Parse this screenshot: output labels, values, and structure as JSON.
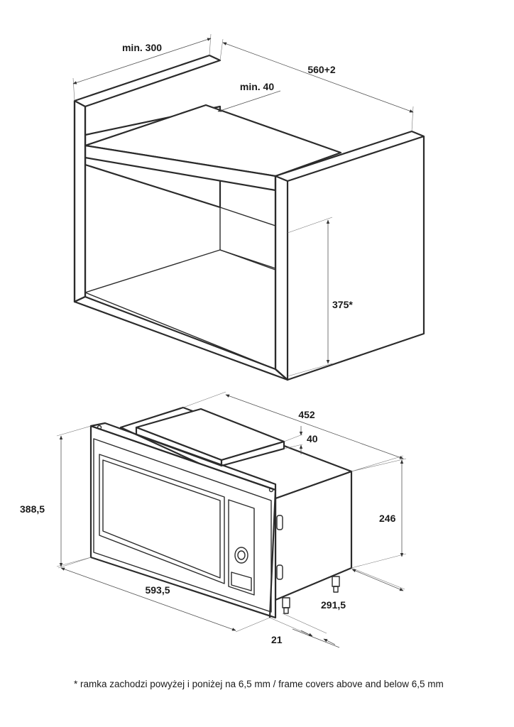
{
  "cabinet": {
    "dim_depth_min": "min. 300",
    "dim_width": "560+2",
    "dim_gap_min": "min. 40",
    "dim_height": "375*"
  },
  "microwave": {
    "dim_body_depth": "452",
    "dim_top_clearance": "40",
    "dim_body_height": "246",
    "dim_frame_height": "388,5",
    "dim_frame_width": "593,5",
    "dim_body_width": "291,5",
    "dim_frame_thickness": "21"
  },
  "footnote": "* ramka zachodzi powyżej i poniżej na 6,5 mm / frame covers above and below 6,5 mm"
}
